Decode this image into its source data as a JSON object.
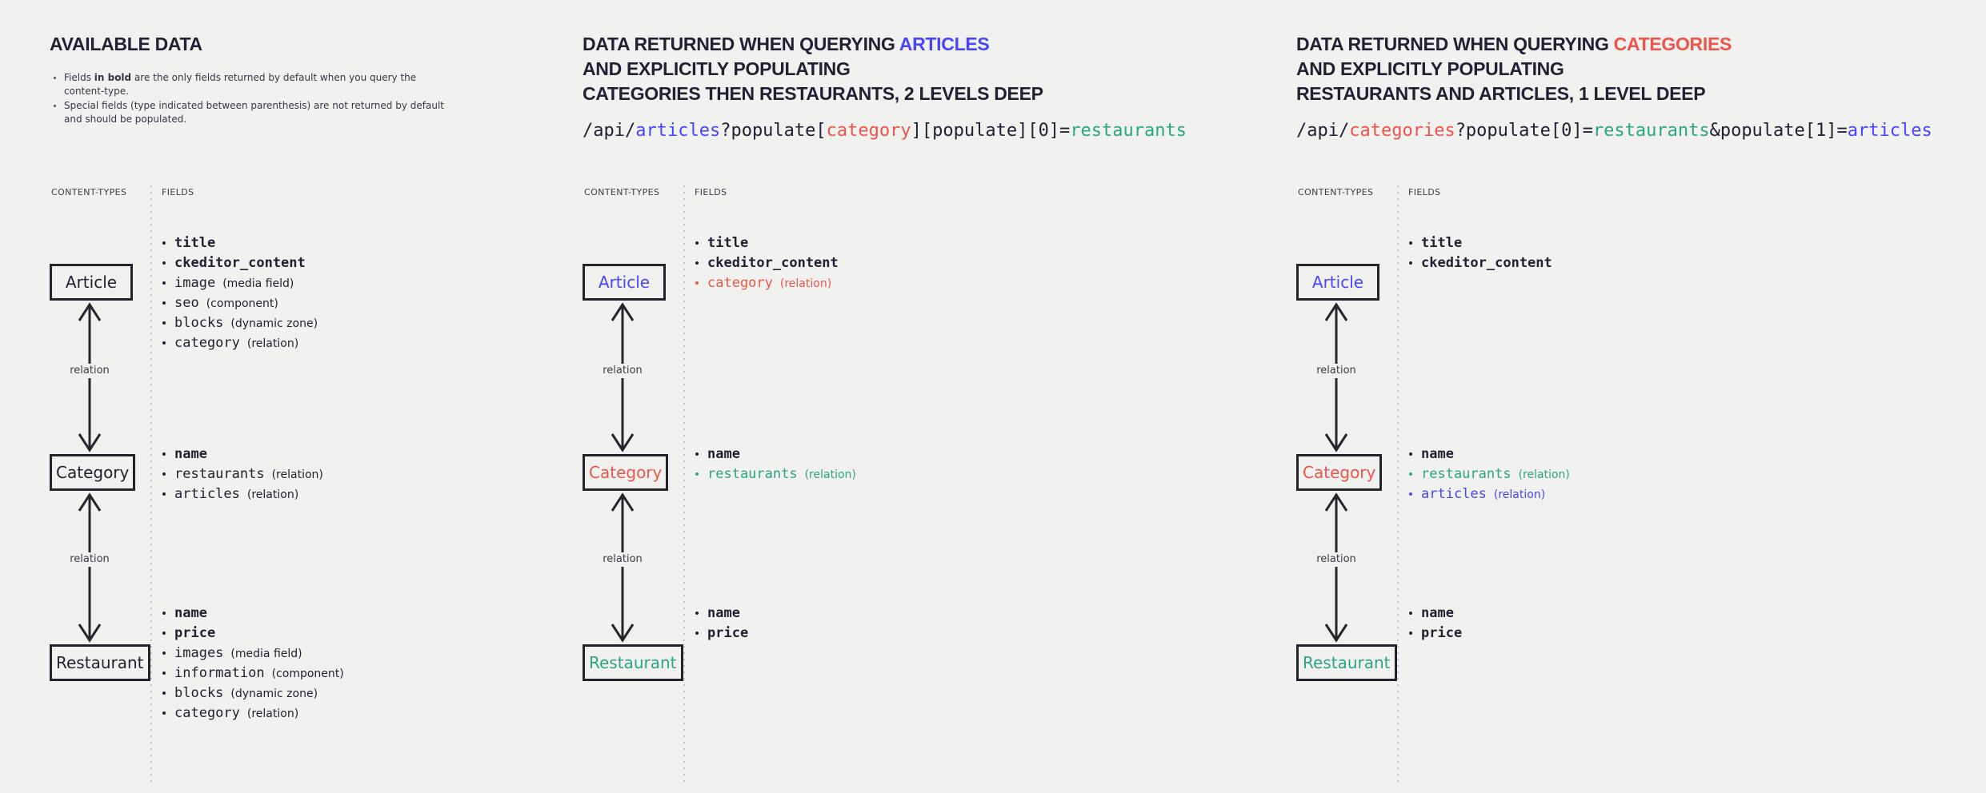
{
  "colors": {
    "background": "#f1f1ef",
    "ink": "#212134",
    "blue": "#4945ff",
    "red": "#ee5449",
    "teal": "#2ba583",
    "divider_dot": "#c6c6c6",
    "arrow": "#26262f"
  },
  "panels": [
    {
      "id": "available-data",
      "title": {
        "line1_prefix": "AVAILABLE DATA",
        "line1_highlight": "",
        "highlight_color": "#212134",
        "line2": "",
        "line3": ""
      },
      "notes": [
        {
          "prefix": "Fields ",
          "bold_word": "in bold",
          "suffix": " are the only fields returned by default when you query the content-type."
        },
        {
          "text": "Special fields (type indicated between parenthesis) are not returned by default and should be populated."
        }
      ],
      "column_headers": {
        "left": "CONTENT-TYPES",
        "right": "FIELDS"
      },
      "relation_label": "relation",
      "entities": [
        {
          "label": "Article",
          "label_color": "#212134",
          "fields": [
            {
              "name": "title",
              "bold": true,
              "annotation": "",
              "color": "#212134"
            },
            {
              "name": "ckeditor_content",
              "bold": true,
              "annotation": "",
              "color": "#212134"
            },
            {
              "name": "image",
              "bold": false,
              "annotation": "(media field)",
              "color": "#212134"
            },
            {
              "name": "seo",
              "bold": false,
              "annotation": "(component)",
              "color": "#212134"
            },
            {
              "name": "blocks",
              "bold": false,
              "annotation": "(dynamic zone)",
              "color": "#212134"
            },
            {
              "name": "category",
              "bold": false,
              "annotation": "(relation)",
              "color": "#212134"
            }
          ]
        },
        {
          "label": "Category",
          "label_color": "#212134",
          "fields": [
            {
              "name": "name",
              "bold": true,
              "annotation": "",
              "color": "#212134"
            },
            {
              "name": "restaurants",
              "bold": false,
              "annotation": "(relation)",
              "color": "#212134"
            },
            {
              "name": "articles",
              "bold": false,
              "annotation": "(relation)",
              "color": "#212134"
            }
          ]
        },
        {
          "label": "Restaurant",
          "label_color": "#212134",
          "fields": [
            {
              "name": "name",
              "bold": true,
              "annotation": "",
              "color": "#212134"
            },
            {
              "name": "price",
              "bold": true,
              "annotation": "",
              "color": "#212134"
            },
            {
              "name": "images",
              "bold": false,
              "annotation": "(media field)",
              "color": "#212134"
            },
            {
              "name": "information",
              "bold": false,
              "annotation": "(component)",
              "color": "#212134"
            },
            {
              "name": "blocks",
              "bold": false,
              "annotation": "(dynamic zone)",
              "color": "#212134"
            },
            {
              "name": "category",
              "bold": false,
              "annotation": "(relation)",
              "color": "#212134"
            }
          ]
        }
      ]
    },
    {
      "id": "query-articles",
      "title": {
        "line1_prefix": "DATA RETURNED WHEN QUERYING ",
        "line1_highlight": "ARTICLES",
        "highlight_color": "#4945ff",
        "line2": "AND EXPLICITLY POPULATING",
        "line3": "CATEGORIES THEN RESTAURANTS, 2 LEVELS DEEP"
      },
      "query": [
        {
          "text": "/api/",
          "color": "#212134"
        },
        {
          "text": "articles",
          "color": "#4945ff"
        },
        {
          "text": "?populate[",
          "color": "#212134"
        },
        {
          "text": "category",
          "color": "#ee5449"
        },
        {
          "text": "][populate][0]=",
          "color": "#212134"
        },
        {
          "text": "restaurants",
          "color": "#2ba583"
        }
      ],
      "column_headers": {
        "left": "CONTENT-TYPES",
        "right": "FIELDS"
      },
      "relation_label": "relation",
      "entities": [
        {
          "label": "Article",
          "label_color": "#4945ff",
          "fields": [
            {
              "name": "title",
              "bold": true,
              "annotation": "",
              "color": "#212134"
            },
            {
              "name": "ckeditor_content",
              "bold": true,
              "annotation": "",
              "color": "#212134"
            },
            {
              "name": "category",
              "bold": false,
              "annotation": "(relation)",
              "color": "#ee5449"
            }
          ]
        },
        {
          "label": "Category",
          "label_color": "#ee5449",
          "fields": [
            {
              "name": "name",
              "bold": true,
              "annotation": "",
              "color": "#212134"
            },
            {
              "name": "restaurants",
              "bold": false,
              "annotation": "(relation)",
              "color": "#2ba583"
            }
          ]
        },
        {
          "label": "Restaurant",
          "label_color": "#2ba583",
          "fields": [
            {
              "name": "name",
              "bold": true,
              "annotation": "",
              "color": "#212134"
            },
            {
              "name": "price",
              "bold": true,
              "annotation": "",
              "color": "#212134"
            }
          ]
        }
      ]
    },
    {
      "id": "query-categories",
      "title": {
        "line1_prefix": "DATA RETURNED WHEN QUERYING ",
        "line1_highlight": "CATEGORIES",
        "highlight_color": "#ee5449",
        "line2": "AND EXPLICITLY POPULATING",
        "line3": "RESTAURANTS AND ARTICLES, 1 LEVEL DEEP"
      },
      "query": [
        {
          "text": "/api/",
          "color": "#212134"
        },
        {
          "text": "categories",
          "color": "#ee5449"
        },
        {
          "text": "?populate[0]=",
          "color": "#212134"
        },
        {
          "text": "restaurants",
          "color": "#2ba583"
        },
        {
          "text": "&populate[1]=",
          "color": "#212134"
        },
        {
          "text": "articles",
          "color": "#4945ff"
        }
      ],
      "column_headers": {
        "left": "CONTENT-TYPES",
        "right": "FIELDS"
      },
      "relation_label": "relation",
      "entities": [
        {
          "label": "Article",
          "label_color": "#4945ff",
          "fields": [
            {
              "name": "title",
              "bold": true,
              "annotation": "",
              "color": "#212134"
            },
            {
              "name": "ckeditor_content",
              "bold": true,
              "annotation": "",
              "color": "#212134"
            }
          ]
        },
        {
          "label": "Category",
          "label_color": "#ee5449",
          "fields": [
            {
              "name": "name",
              "bold": true,
              "annotation": "",
              "color": "#212134"
            },
            {
              "name": "restaurants",
              "bold": false,
              "annotation": "(relation)",
              "color": "#2ba583"
            },
            {
              "name": "articles",
              "bold": false,
              "annotation": "(relation)",
              "color": "#4945ff"
            }
          ]
        },
        {
          "label": "Restaurant",
          "label_color": "#2ba583",
          "fields": [
            {
              "name": "name",
              "bold": true,
              "annotation": "",
              "color": "#212134"
            },
            {
              "name": "price",
              "bold": true,
              "annotation": "",
              "color": "#212134"
            }
          ]
        }
      ]
    }
  ]
}
